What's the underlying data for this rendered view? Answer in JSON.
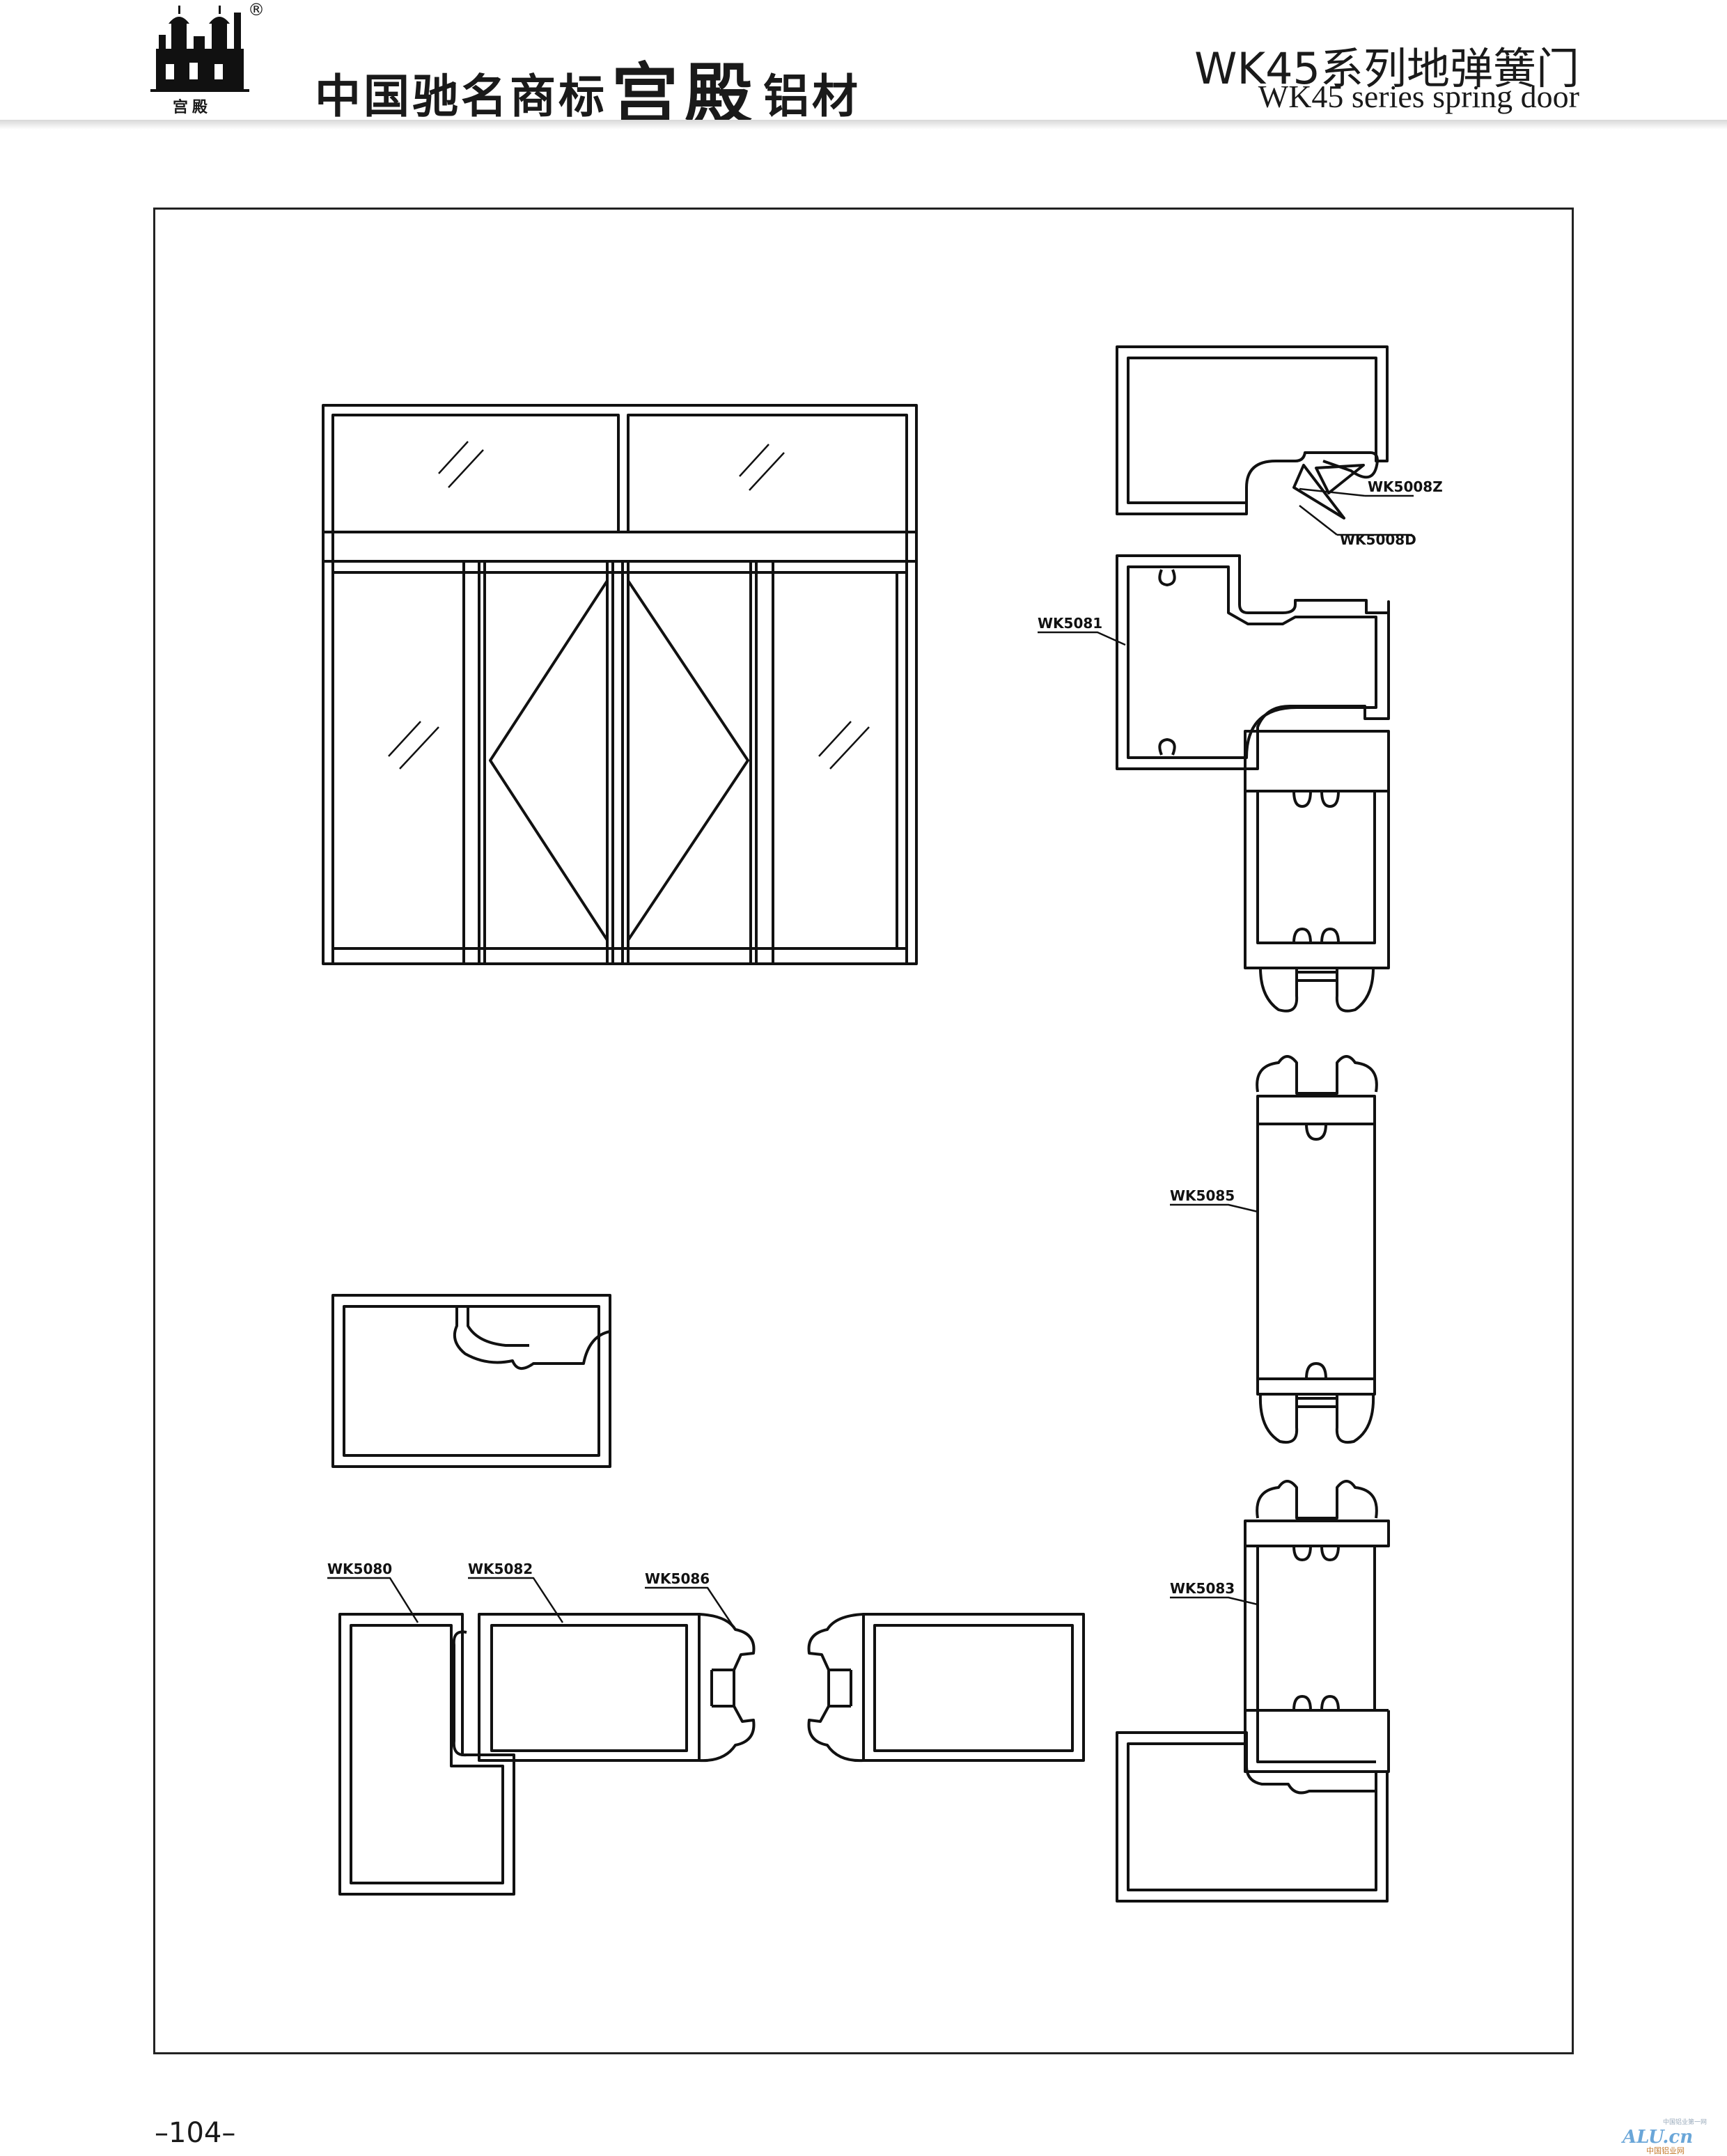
{
  "header": {
    "registered_mark": "®",
    "logo_caption": "宫殿",
    "tagline_prefix": "中国驰名商标",
    "tagline_brand": "宫殿",
    "tagline_suffix": "铝材",
    "title_cn": "WK45系列地弹簧门",
    "title_en": "WK45 series spring door"
  },
  "labels": {
    "wk5008z": "WK5008Z",
    "wk5008d": "WK5008D",
    "wk5081": "WK5081",
    "wk5085": "WK5085",
    "wk5083": "WK5083",
    "wk5080": "WK5080",
    "wk5082": "WK5082",
    "wk5086": "WK5086"
  },
  "footer": {
    "page_number": "–104–"
  },
  "watermark": {
    "main": "ALU.cn",
    "small": "中国铝业第一网",
    "sub": "中国铝业网"
  }
}
